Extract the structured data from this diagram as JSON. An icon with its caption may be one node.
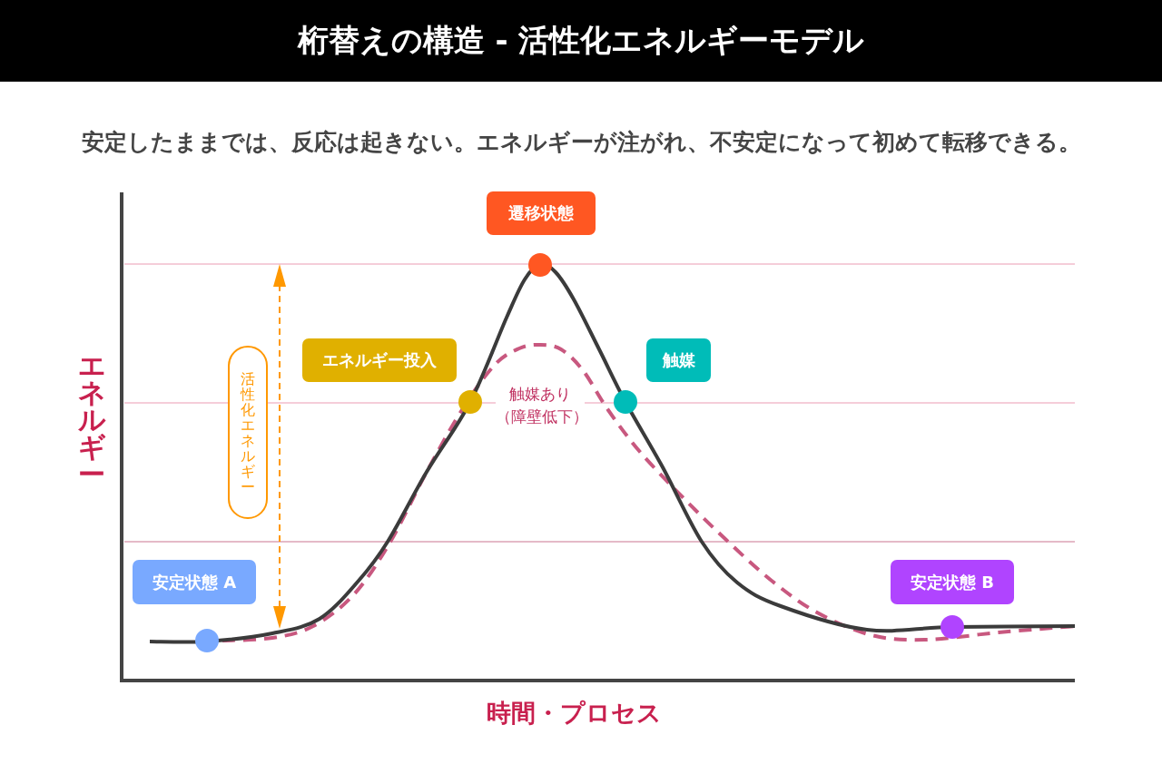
{
  "diagram": {
    "title": "桁替えの構造 - 活性化エネルギーモデル",
    "nodes": [
      {
        "text": [
          "遷移状態"
        ]
      },
      {
        "text": [
          "エネルギー投入"
        ]
      },
      {
        "text": [
          "触媒"
        ]
      },
      {
        "text": [
          "活性化エネルギー"
        ]
      },
      {
        "text": [
          "安定状態 A"
        ]
      },
      {
        "text": [
          "安定状態 B"
        ]
      }
    ],
    "labels": [
      "安定したままでは、反応は起きない。エネルギーが注がれ、不安定になって初めて転移できる。",
      "エネルギー",
      "触媒あり（障壁低下）",
      "時間・プロセス"
    ]
  }
}
